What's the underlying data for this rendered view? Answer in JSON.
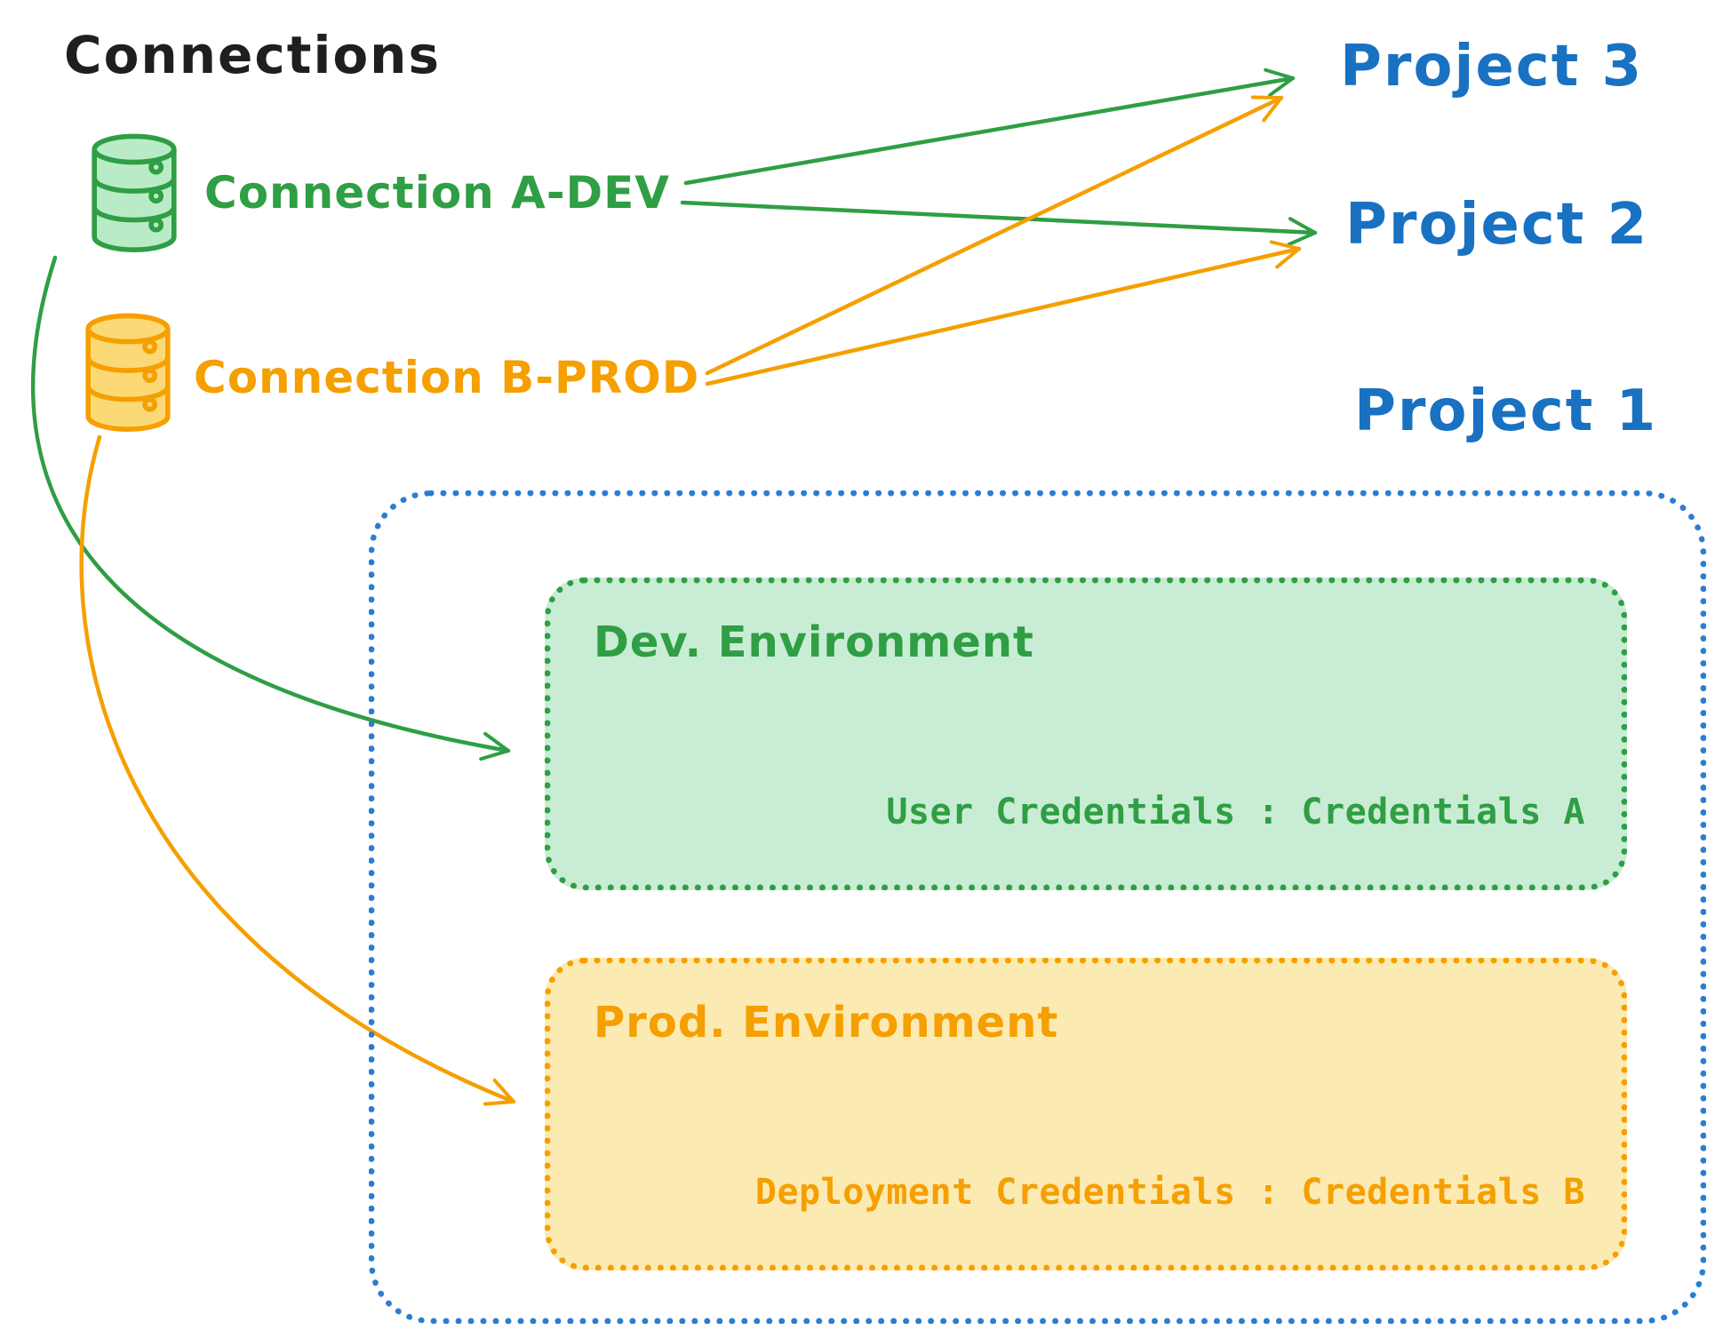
{
  "title": "Connections",
  "connections": [
    {
      "id": "a-dev",
      "label": "Connection A-DEV",
      "color": "green",
      "icon": "database-icon-green"
    },
    {
      "id": "b-prod",
      "label": "Connection B-PROD",
      "color": "orange",
      "icon": "database-icon-orange"
    }
  ],
  "projects": [
    {
      "id": "project-3",
      "label": "Project 3"
    },
    {
      "id": "project-2",
      "label": "Project 2"
    },
    {
      "id": "project-1",
      "label": "Project 1"
    }
  ],
  "project1": {
    "dev_environment": {
      "title": "Dev. Environment",
      "credentials_label": "User Credentials : Credentials A"
    },
    "prod_environment": {
      "title": "Prod. Environment",
      "credentials_label": "Deployment Credentials : Credentials B"
    }
  },
  "edges": [
    {
      "from": "Connection A-DEV",
      "to": "Project 3",
      "color": "green"
    },
    {
      "from": "Connection A-DEV",
      "to": "Project 2",
      "color": "green"
    },
    {
      "from": "Connection A-DEV",
      "to": "Dev. Environment",
      "color": "green"
    },
    {
      "from": "Connection B-PROD",
      "to": "Project 3",
      "color": "orange"
    },
    {
      "from": "Connection B-PROD",
      "to": "Project 2",
      "color": "orange"
    },
    {
      "from": "Connection B-PROD",
      "to": "Prod. Environment",
      "color": "orange"
    }
  ],
  "colors": {
    "green": "#2f9e44",
    "green_fill": "#c9edd4",
    "green_db_fill": "#b9ecc6",
    "orange": "#f59f00",
    "orange_fill": "#fceab3",
    "orange_db_fill": "#fcd977",
    "blue": "#1971c2",
    "blue_border": "#2c7dd1",
    "ink": "#1f1f1f"
  }
}
